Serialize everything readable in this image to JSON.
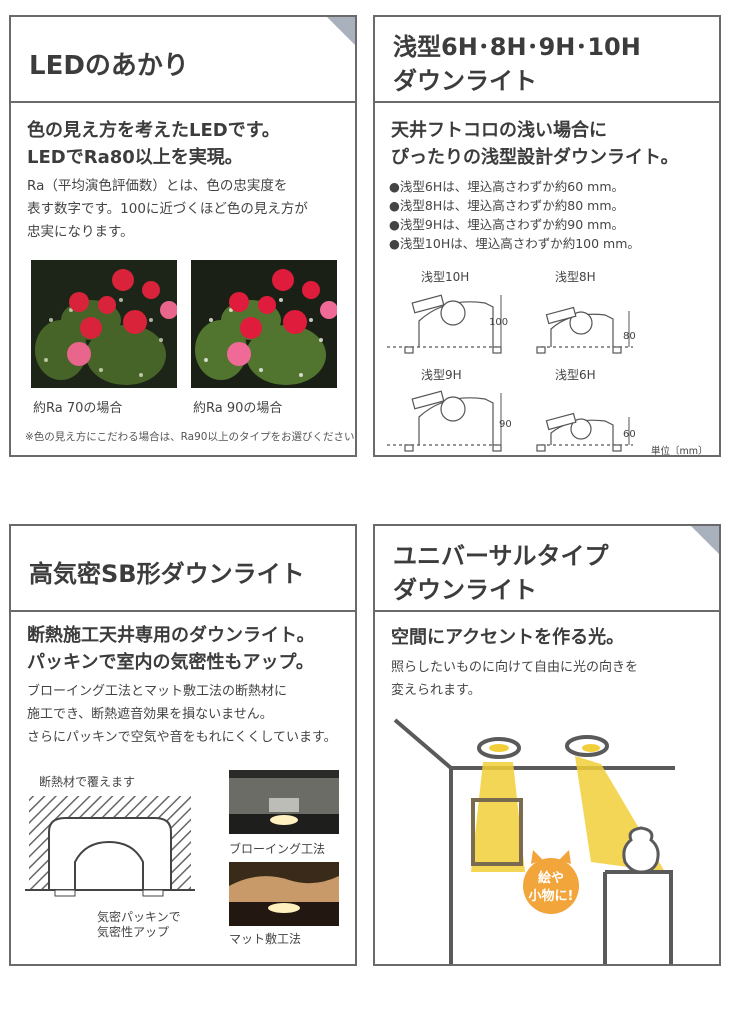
{
  "p1": {
    "title": "LEDのあかり",
    "lead": [
      "色の見え方を考えたLEDです。",
      "LEDでRa80以上を実現。"
    ],
    "body": [
      "Ra（平均演色評価数）とは、色の忠実度を",
      "表す数字です。100に近づくほど色の見え方が",
      "忠実になります。"
    ],
    "cap1": "約Ra 70の場合",
    "cap2": "約Ra 90の場合",
    "note": "※色の見え方にこだわる場合は、Ra90以上のタイプをお選びください。"
  },
  "p2": {
    "title": [
      "浅型6H･8H･9H･10H",
      "ダウンライト"
    ],
    "lead": [
      "天井フトコロの浅い場合に",
      "ぴったりの浅型設計ダウンライト。"
    ],
    "bullets": [
      "●浅型6Hは、埋込高さわずか約60 mm。",
      "●浅型8Hは、埋込高さわずか約80 mm。",
      "●浅型9Hは、埋込高さわずか約90 mm。",
      "●浅型10Hは、埋込高さわずか約100 mm。"
    ],
    "labels": [
      "浅型10H",
      "浅型8H",
      "浅型9H",
      "浅型6H"
    ],
    "dims": [
      "100",
      "80",
      "90",
      "60"
    ],
    "unit": "単位〔mm〕"
  },
  "p3": {
    "title": "高気密SB形ダウンライト",
    "lead": [
      "断熱施工天井専用のダウンライト。",
      "パッキンで室内の気密性もアップ。"
    ],
    "body": [
      "ブローイング工法とマット敷工法の断熱材に",
      "施工でき、断熱遮音効果を損ないません。",
      "さらにパッキンで空気や音をもれにくくしています。"
    ],
    "cover": "断熱材で覆えます",
    "packing": [
      "気密パッキンで",
      "気密性アップ"
    ],
    "cap1": "ブローイング工法",
    "cap2": "マット敷工法"
  },
  "p4": {
    "title": [
      "ユニバーサルタイプ",
      "ダウンライト"
    ],
    "lead": "空間にアクセントを作る光。",
    "body": [
      "照らしたいものに向けて自由に光の向きを",
      "変えられます。"
    ],
    "bubble": [
      "絵や",
      "小物に!"
    ]
  },
  "colors": {
    "border": "#6a6a6a",
    "corner": "#a9b1bd",
    "beam": "#f2cf3a",
    "badge": "#f2a53b"
  }
}
